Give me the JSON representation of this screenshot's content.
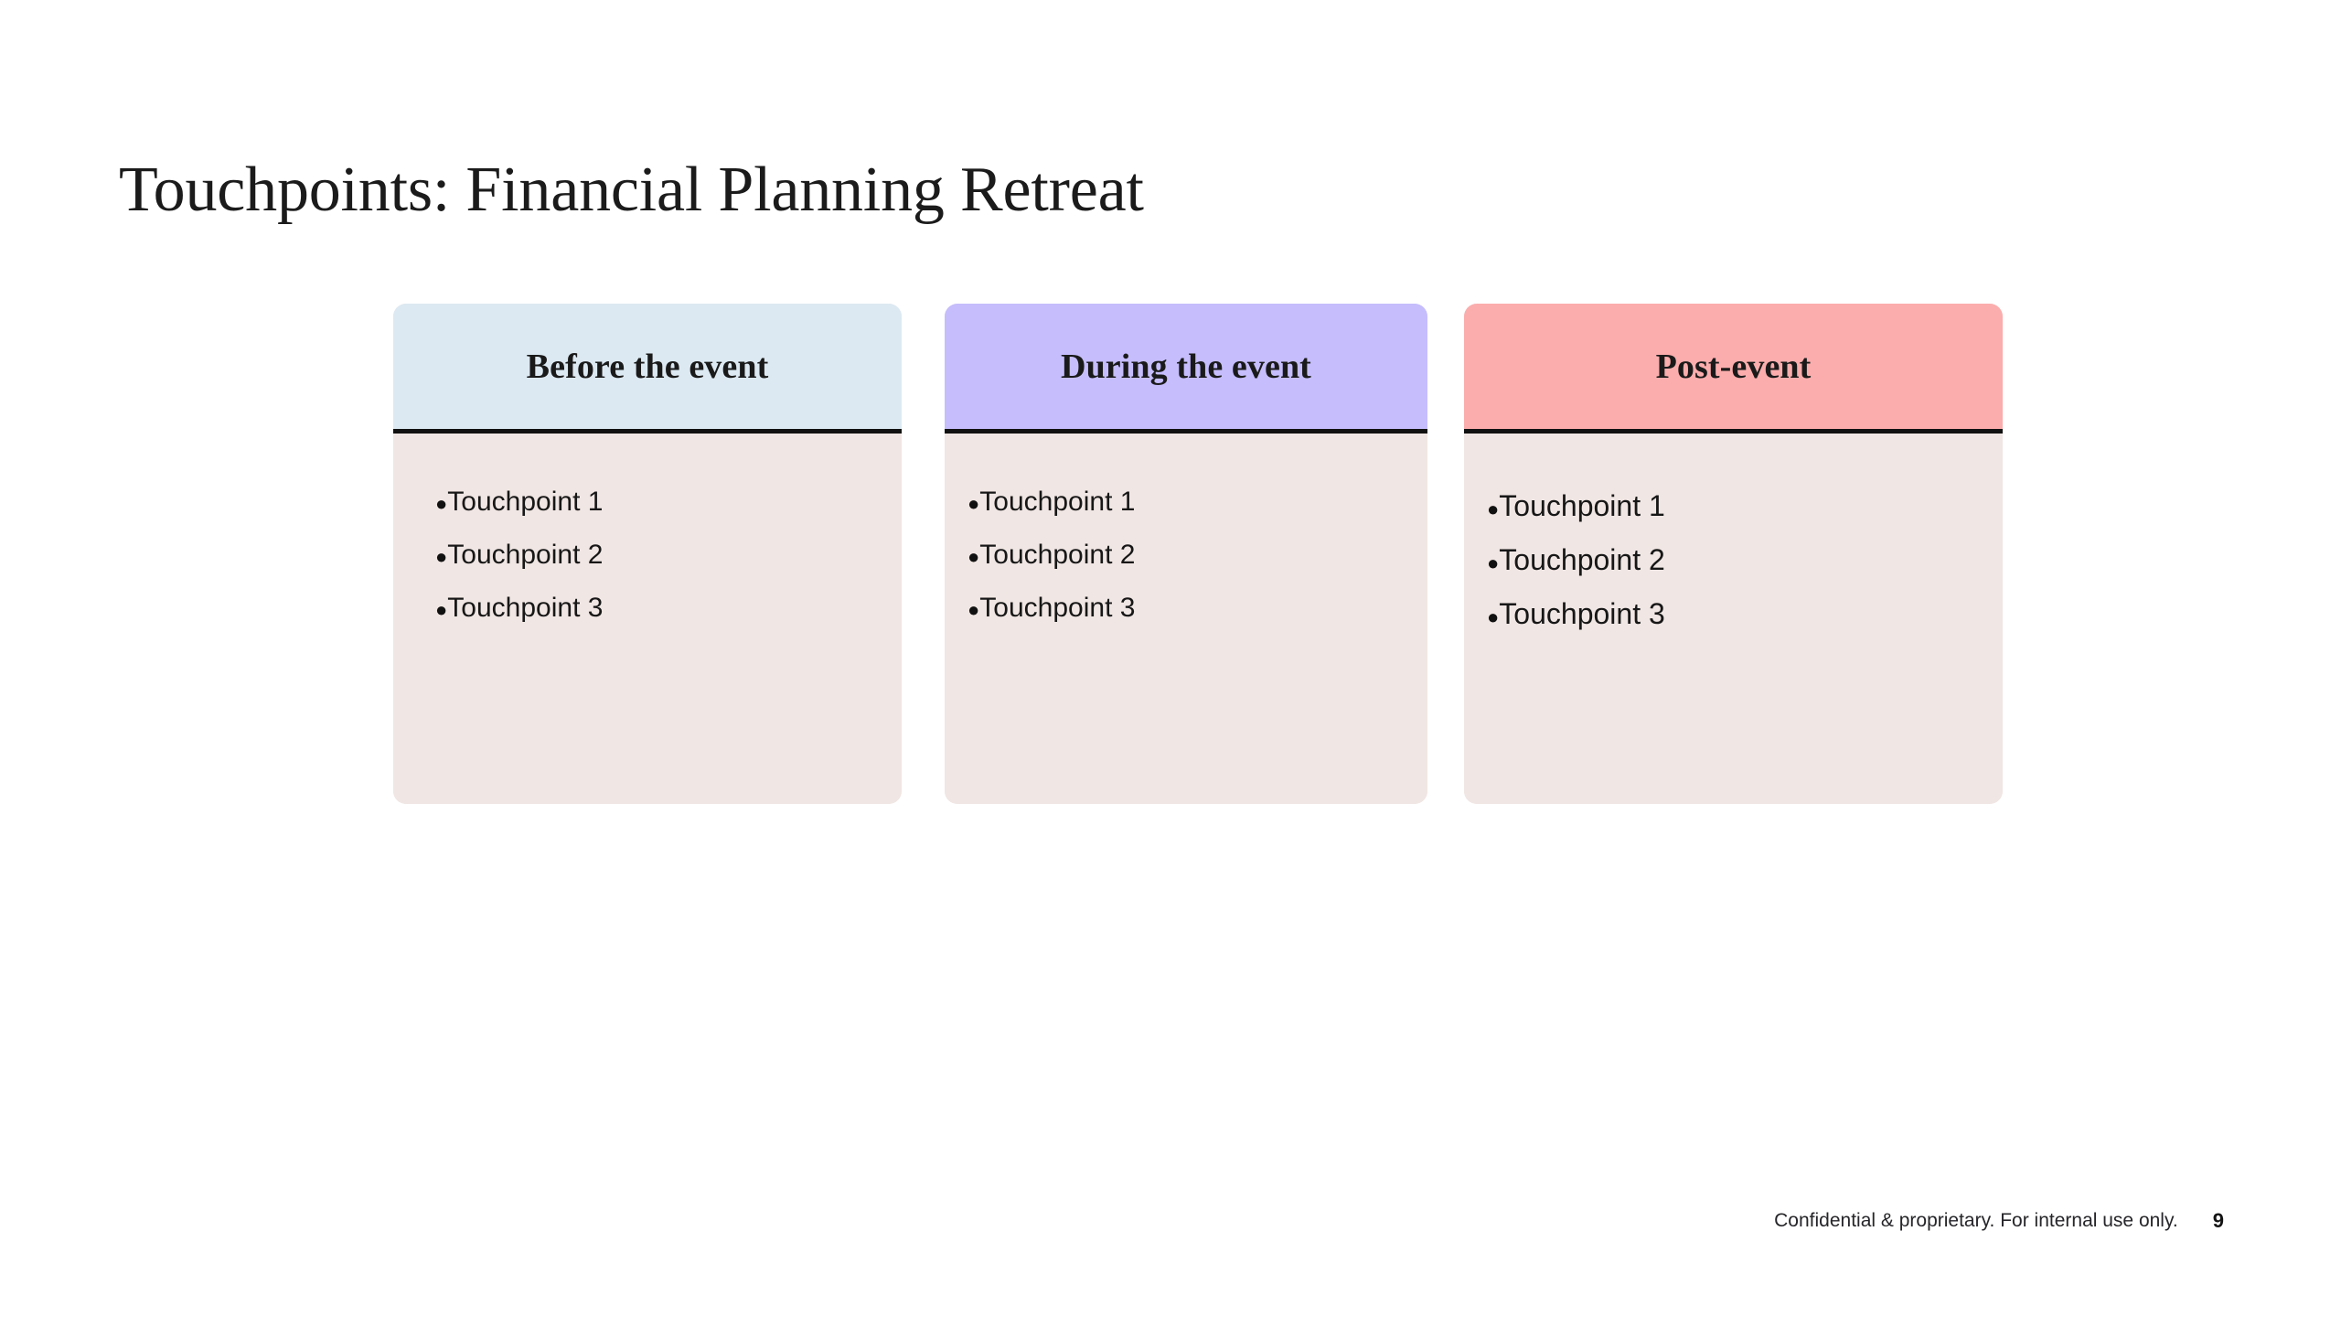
{
  "slide": {
    "title": "Touchpoints: Financial Planning Retreat",
    "background_color": "#ffffff"
  },
  "cards": [
    {
      "header_label": "Before the event",
      "header_color": "#dce9f2",
      "body_color": "#f0e6e3",
      "divider_color": "#111111",
      "bullet_glyph": "●",
      "items": [
        "Touchpoint 1",
        "Touchpoint 2",
        "Touchpoint 3"
      ]
    },
    {
      "header_label": "During the event",
      "header_color": "#c5bdfc",
      "body_color": "#f0e6e3",
      "divider_color": "#111111",
      "bullet_glyph": "●",
      "items": [
        "Touchpoint 1",
        "Touchpoint 2",
        "Touchpoint 3"
      ]
    },
    {
      "header_label": "Post-event",
      "header_color": "#fbadad",
      "body_color": "#f0e6e3",
      "divider_color": "#111111",
      "bullet_glyph": "●",
      "items": [
        "Touchpoint 1",
        "Touchpoint 2",
        "Touchpoint 3"
      ]
    }
  ],
  "footer": {
    "note": "Confidential & proprietary. For internal use only.",
    "page_number": "9"
  }
}
